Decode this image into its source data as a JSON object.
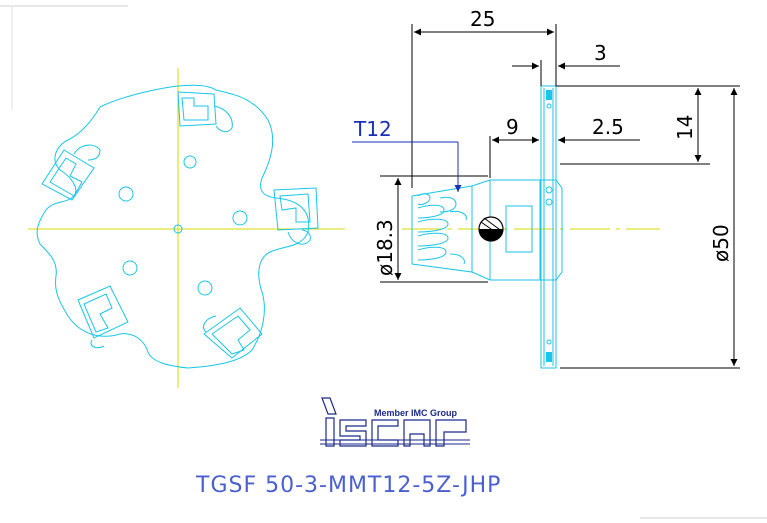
{
  "dimensions": {
    "d25": "25",
    "d3": "3",
    "d9": "9",
    "d2_5": "2.5",
    "d14": "14",
    "d50": "ø50",
    "d18_3": "ø18.3"
  },
  "thread_label": "T12",
  "logo": {
    "tagline": "Member IMC Group",
    "wordmark": "iscar"
  },
  "designation": "TGSF 50-3-MMT12-5Z-JHP",
  "colors": {
    "geometry": "#19c6e8",
    "centerline": "#d8d800",
    "dimension": "#000000",
    "callout": "#1a2fb8",
    "brand": "#1b2a8a"
  }
}
